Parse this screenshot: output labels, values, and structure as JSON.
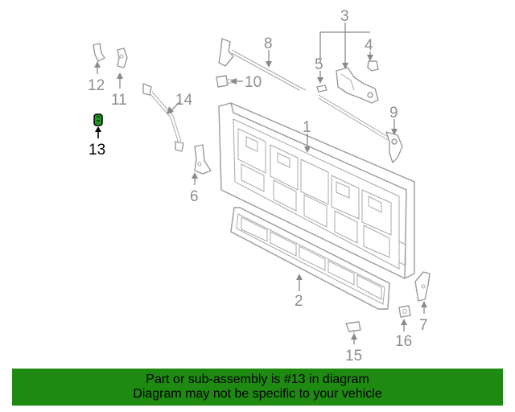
{
  "diagram": {
    "callouts": {
      "c1": "1",
      "c2": "2",
      "c3": "3",
      "c4": "4",
      "c5": "5",
      "c6": "6",
      "c7": "7",
      "c8": "8",
      "c9": "9",
      "c10": "10",
      "c11": "11",
      "c12": "12",
      "c13": "13",
      "c14": "14",
      "c15": "15",
      "c16": "16"
    },
    "highlighted_part": "13",
    "highlight_color": "#1f9a1f"
  },
  "banner": {
    "line1": "Part or sub-assembly is #13 in diagram",
    "line2": "Diagram may not be specific to your vehicle",
    "background": "#1e8a12"
  }
}
